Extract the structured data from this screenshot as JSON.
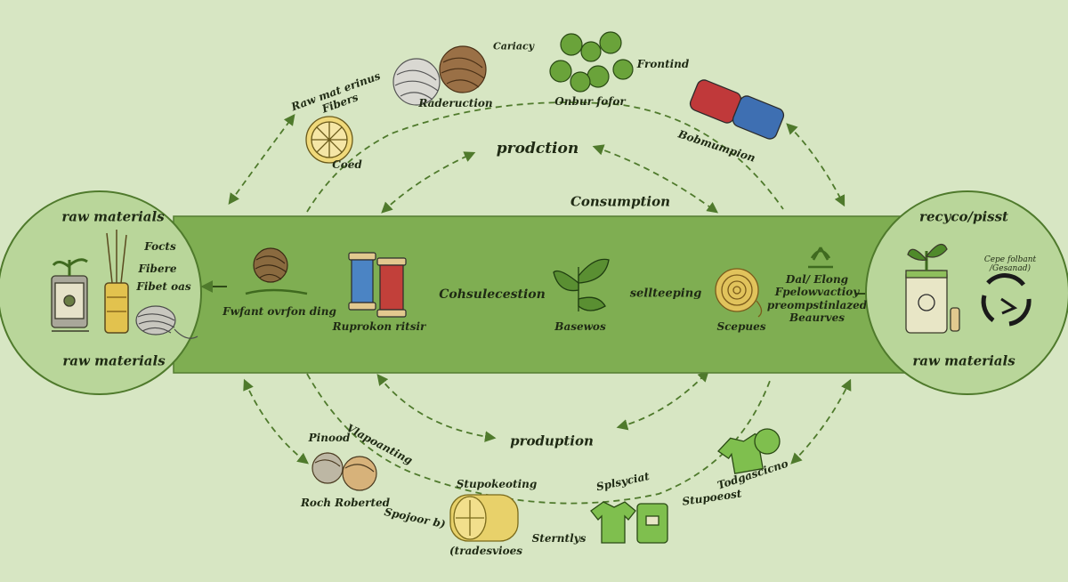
{
  "colors": {
    "background": "#d7e6c3",
    "band": "#7fae52",
    "circle_fill": "#b9d69a",
    "arrow": "#4f7a2c",
    "ink": "#1f2a14"
  },
  "center": {
    "top_label": "prodction",
    "band_heading": "Consumption",
    "band_center_label": "Cohsulecestion",
    "band_right_label": "sellteeping",
    "bottom_label": "produption"
  },
  "left_circle": {
    "title": "raw materials",
    "bottom": "raw materials",
    "items": [
      "Focts",
      "Fibere",
      "Fibet oas"
    ]
  },
  "right_circle": {
    "title": "recyco/pisst",
    "bottom": "raw materials",
    "items": [
      "Cepe folbant",
      "/Gesanad)"
    ]
  },
  "band_items": [
    {
      "label": "Fwfant ovrfon ding"
    },
    {
      "label": "Ruprokon ritsir"
    },
    {
      "label": "Basewos"
    },
    {
      "label": "Scepues"
    },
    {
      "label": "Dal/ Elong\nFpelowvactioy\npreompstinlazed\nBeaurves"
    }
  ],
  "top_items": [
    {
      "label": "Raw mat erinus\nFibers"
    },
    {
      "label": "Coed"
    },
    {
      "label": "Cariacy"
    },
    {
      "label": "Raderuction"
    },
    {
      "label": "Frontind"
    },
    {
      "label": "Onbur fofor"
    },
    {
      "label": "Bobmumpion"
    }
  ],
  "bottom_items": [
    {
      "label": "Pinood"
    },
    {
      "label": "Vlapoanting"
    },
    {
      "label": "Roch Roberted"
    },
    {
      "label": "Spojoor b)"
    },
    {
      "label": "Stupokeoting"
    },
    {
      "label": "(tradesvioes"
    },
    {
      "label": "Sterntlys"
    },
    {
      "label": "Splsyciat"
    },
    {
      "label": "Stupoeost"
    },
    {
      "label": "Todgascicno"
    }
  ],
  "icons": {
    "plant_pot": "potted-plant-icon",
    "sticks": "incense-sticks-icon",
    "yarn": "yarn-ball-icon",
    "spools": "thread-spools-icon",
    "leaves": "leaves-icon",
    "coil": "rope-coil-icon",
    "recycle": "recycle-icon",
    "citrus": "citrus-slice-icon",
    "trees": "shrubs-icon",
    "rolls": "fabric-rolls-icon",
    "shirts": "t-shirt-icon"
  }
}
